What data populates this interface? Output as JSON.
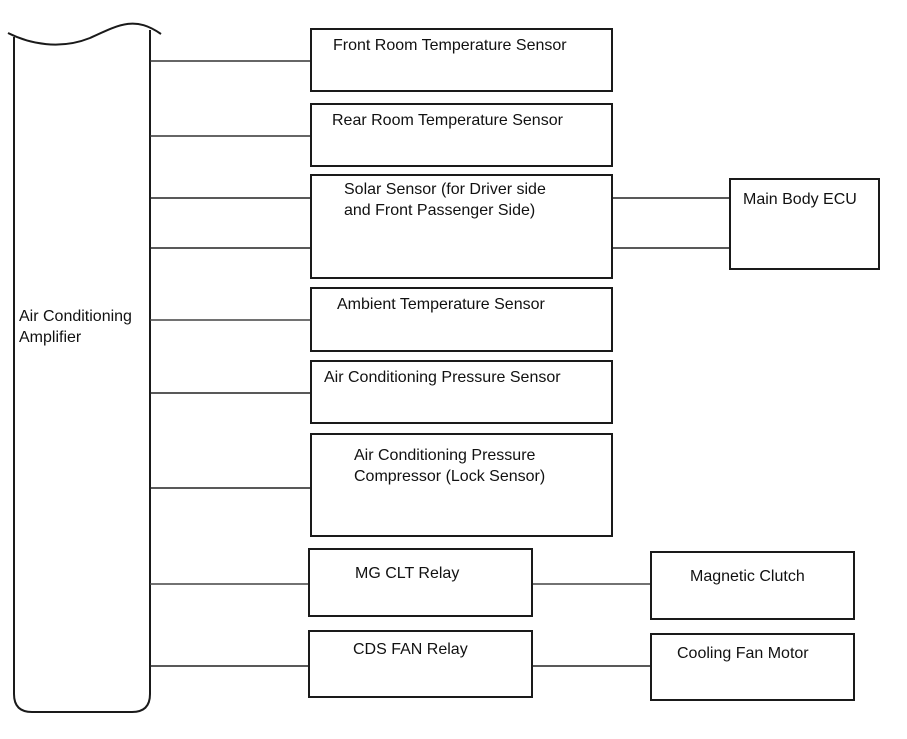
{
  "diagram": {
    "amplifier": {
      "label": "Air Conditioning\nAmplifier"
    },
    "components": {
      "front_room_temp": {
        "label": "Front Room Temperature Sensor"
      },
      "rear_room_temp": {
        "label": "Rear Room Temperature Sensor"
      },
      "solar_sensor": {
        "label": "Solar Sensor (for Driver side\nand Front Passenger Side)"
      },
      "ambient_temp": {
        "label": "Ambient Temperature Sensor"
      },
      "ac_pressure_sensor": {
        "label": "Air Conditioning Pressure Sensor"
      },
      "ac_pressure_compressor": {
        "label": "Air Conditioning Pressure\nCompressor (Lock Sensor)"
      },
      "mg_clt_relay": {
        "label": "MG CLT Relay"
      },
      "cds_fan_relay": {
        "label": "CDS FAN Relay"
      },
      "main_body_ecu": {
        "label": "Main Body ECU"
      },
      "magnetic_clutch": {
        "label": "Magnetic Clutch"
      },
      "cooling_fan_motor": {
        "label": "Cooling Fan Motor"
      }
    },
    "connections": [
      [
        "amplifier",
        "front_room_temp"
      ],
      [
        "amplifier",
        "rear_room_temp"
      ],
      [
        "amplifier",
        "solar_sensor"
      ],
      [
        "amplifier",
        "solar_sensor"
      ],
      [
        "solar_sensor",
        "main_body_ecu"
      ],
      [
        "solar_sensor",
        "main_body_ecu"
      ],
      [
        "amplifier",
        "ambient_temp"
      ],
      [
        "amplifier",
        "ac_pressure_sensor"
      ],
      [
        "amplifier",
        "ac_pressure_compressor"
      ],
      [
        "amplifier",
        "mg_clt_relay"
      ],
      [
        "mg_clt_relay",
        "magnetic_clutch"
      ],
      [
        "amplifier",
        "cds_fan_relay"
      ],
      [
        "cds_fan_relay",
        "cooling_fan_motor"
      ]
    ]
  }
}
